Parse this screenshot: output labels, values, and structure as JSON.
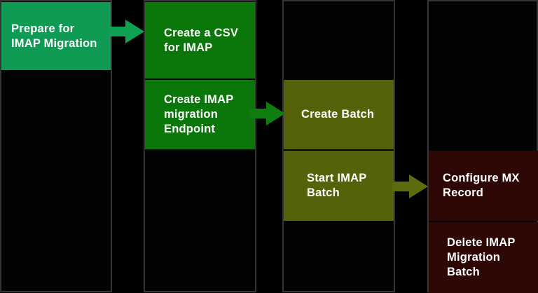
{
  "diagram": {
    "steps": [
      {
        "id": "prepare",
        "label": "Prepare for\nIMAP Migration"
      },
      {
        "id": "create-csv",
        "label": "Create a CSV\nfor IMAP"
      },
      {
        "id": "create-endpoint",
        "label": "Create IMAP\nmigration\nEndpoint"
      },
      {
        "id": "create-batch",
        "label": "Create Batch"
      },
      {
        "id": "start-batch",
        "label": "Start IMAP\nBatch"
      },
      {
        "id": "configure-mx",
        "label": "Configure MX\nRecord"
      },
      {
        "id": "delete-batch",
        "label": "Delete IMAP\nMigration\nBatch"
      }
    ]
  },
  "colors": {
    "canvas": "#000000",
    "lane-fill": "#020202",
    "lane-border": "#343434",
    "green-bright": "#0f9b53",
    "green-dark": "#0b770b",
    "olive": "#56620a",
    "maroon": "#2e0805",
    "arrow-green-bright": "#0fa152",
    "arrow-green-dark": "#107d10",
    "arrow-olive": "#5e6c10",
    "step-text": "#ffffff"
  }
}
